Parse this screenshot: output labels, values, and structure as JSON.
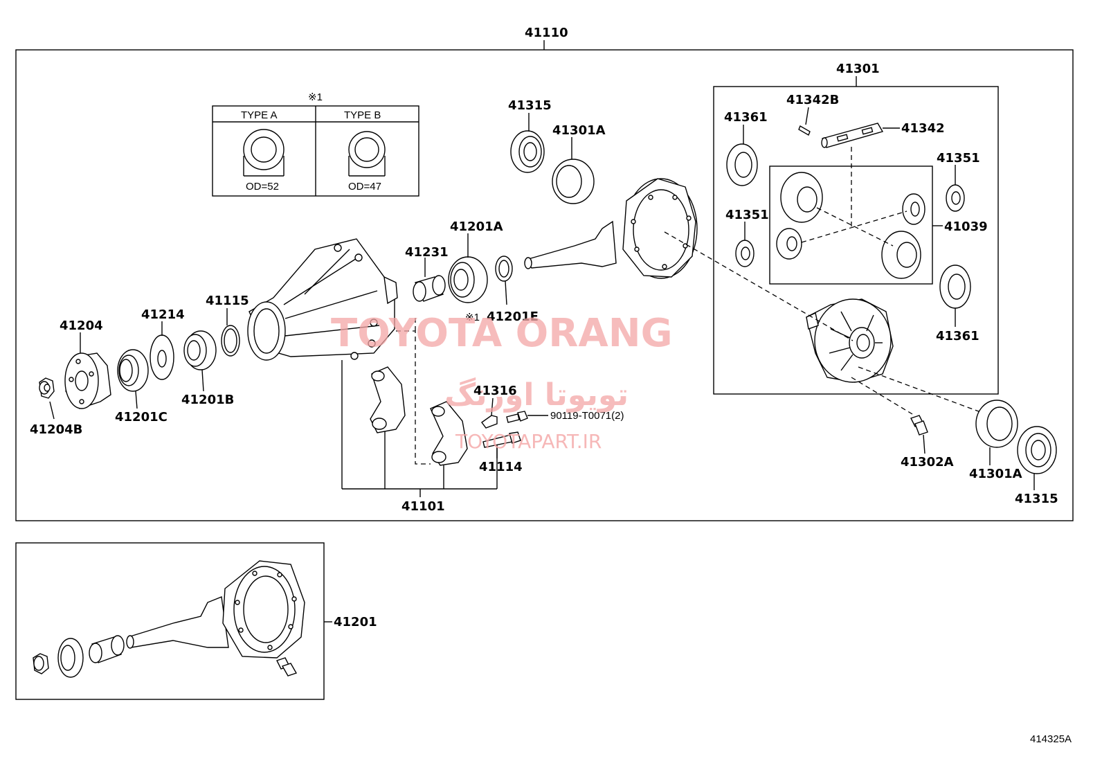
{
  "assembly": {
    "main_label": "41110",
    "sub_label": "41301",
    "carrier_label": "41101",
    "gear_kit_label": "41201"
  },
  "type_table": {
    "note_mark": "※1",
    "type_a": "TYPE A",
    "type_b": "TYPE B",
    "od_a": "OD=52",
    "od_b": "OD=47"
  },
  "parts": {
    "p41315_top": "41315",
    "p41301A_top": "41301A",
    "p41201A": "41201A",
    "p41231": "41231",
    "p41201E_mark": "※1",
    "p41201E": "41201E",
    "p41204": "41204",
    "p41214": "41214",
    "p41115": "41115",
    "p41204B": "41204B",
    "p41201C": "41201C",
    "p41201B": "41201B",
    "p41316": "41316",
    "p90119": "90119-T0071(2)",
    "p41114": "41114",
    "p41361_top": "41361",
    "p41342B": "41342B",
    "p41342": "41342",
    "p41351_right": "41351",
    "p41351_left": "41351",
    "p41039": "41039",
    "p41361_bottom": "41361",
    "p41302A": "41302A",
    "p41301A_bottom": "41301A",
    "p41315_bottom": "41315"
  },
  "watermark": {
    "brand": "TOYOTA ORANG",
    "brand_fa": "تویوتا اورنگ",
    "site": "TOYOTAPART.IR"
  },
  "figure_code": "414325A"
}
